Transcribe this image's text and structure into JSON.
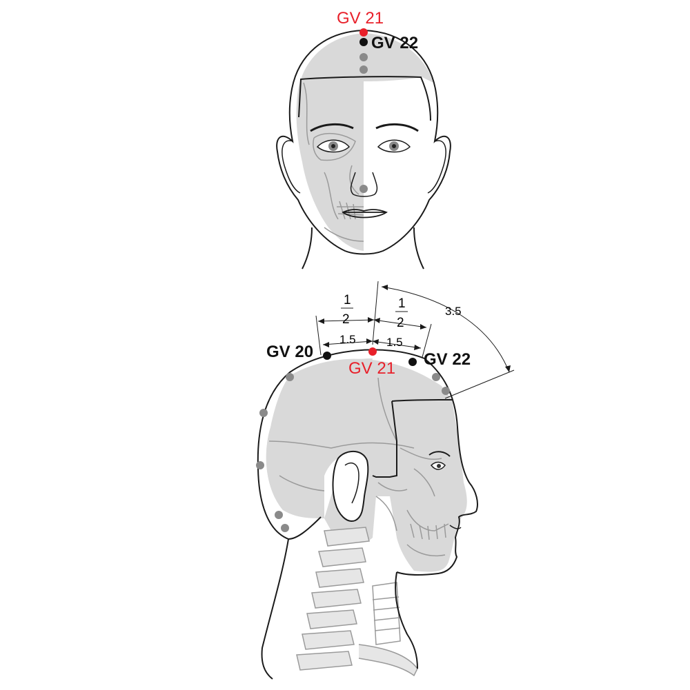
{
  "colors": {
    "highlight": "#e8202a",
    "point": "#111111",
    "minor_point": "#8a8a8a",
    "skull_fill": "#d9d9d9",
    "outline": "#1a1a1a",
    "bone_line": "#9a9a9a"
  },
  "front_view": {
    "points": [
      {
        "label": "GV 21",
        "highlight": true
      },
      {
        "label": "GV 22",
        "highlight": false
      }
    ],
    "minor_points": 3
  },
  "side_view": {
    "points": [
      {
        "label": "GV 20",
        "highlight": false
      },
      {
        "label": "GV 21",
        "highlight": true
      },
      {
        "label": "GV 22",
        "highlight": false
      }
    ],
    "minor_points": 7,
    "measurements": {
      "left_fraction": {
        "numerator": "1",
        "denominator": "2"
      },
      "right_fraction": {
        "numerator": "1",
        "denominator": "2"
      },
      "left_distance": "1.5",
      "right_distance": "1.5",
      "arc_distance": "3.5"
    }
  }
}
